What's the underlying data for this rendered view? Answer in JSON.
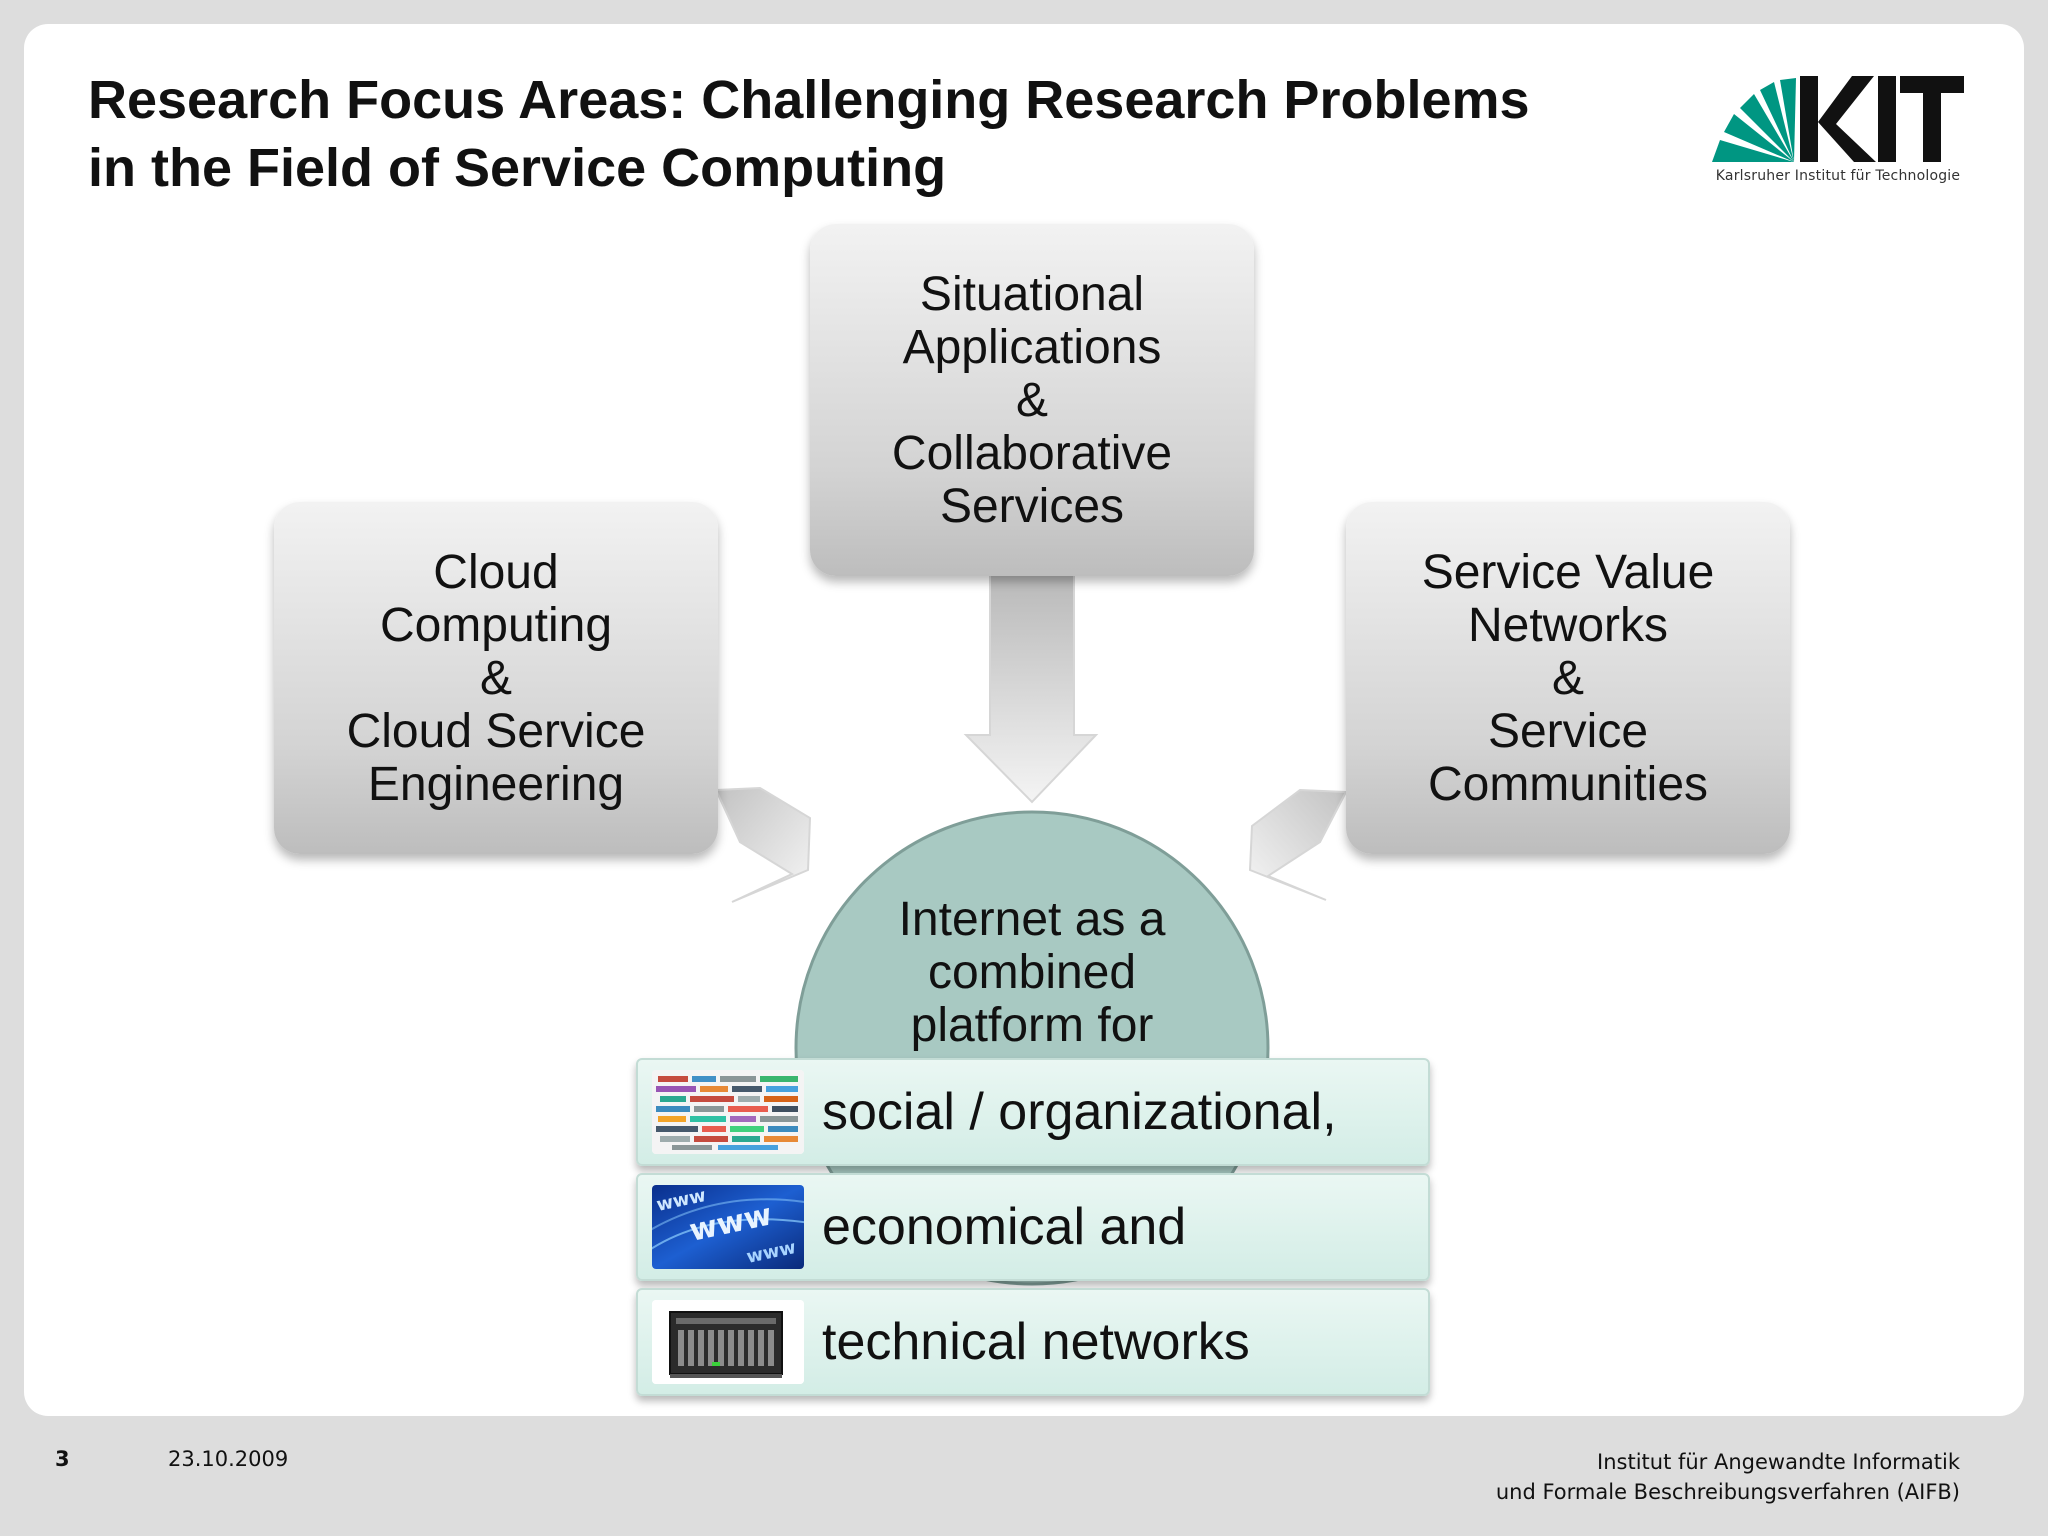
{
  "title": {
    "line1": "Research Focus Areas: Challenging Research Problems",
    "line2": "in the Field of Service Computing"
  },
  "logo": {
    "mark": "KIT",
    "subtitle": "Karlsruher Institut für Technologie",
    "color": "#009682"
  },
  "boxes": {
    "left": [
      "Cloud",
      "Computing",
      "&",
      "Cloud Service",
      "Engineering"
    ],
    "top": [
      "Situational",
      "Applications",
      "&",
      "Collaborative",
      "Services"
    ],
    "right": [
      "Service Value",
      "Networks",
      "&",
      "Service",
      "Communities"
    ]
  },
  "center": {
    "lines": [
      "Internet as a",
      "combined",
      "platform for"
    ],
    "color": "#a8c9c2"
  },
  "rows": [
    {
      "label": "social / organizational,",
      "icon": "social-logos-collage-icon"
    },
    {
      "label": "economical and",
      "icon": "www-globe-icon"
    },
    {
      "label": "technical networks",
      "icon": "server-rack-icon"
    }
  ],
  "footer": {
    "page": "3",
    "date": "23.10.2009",
    "institute_line1": "Institut für Angewandte Informatik",
    "institute_line2": "und Formale Beschreibungsverfahren (AIFB)"
  }
}
